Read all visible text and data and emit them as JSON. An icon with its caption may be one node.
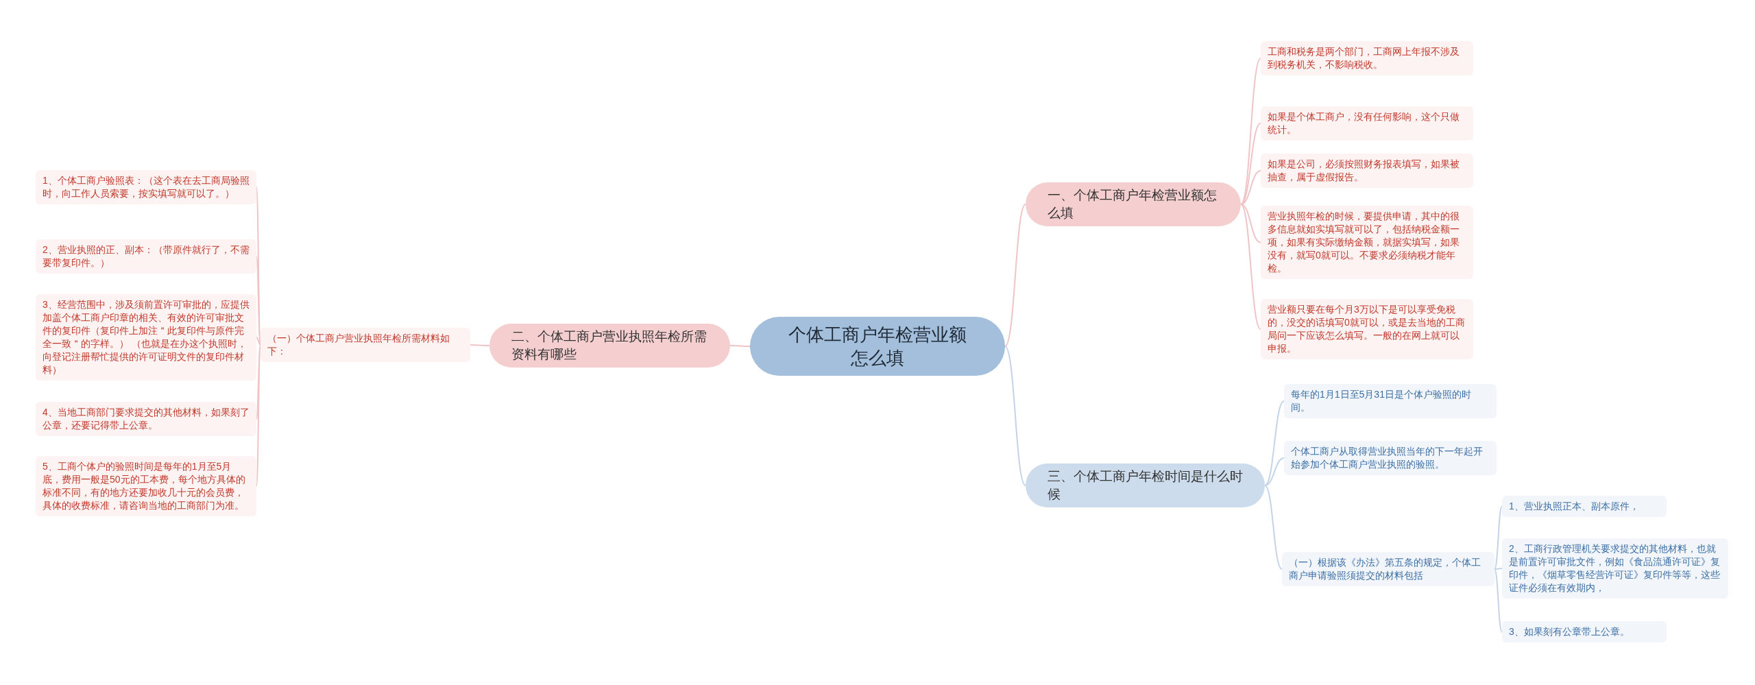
{
  "diagram": {
    "nodes": [
      {
        "text": [
          "个体工商户年检营业额怎么填"
        ]
      },
      {
        "text": [
          "一、个体工商户年检营业额怎么填"
        ]
      },
      {
        "text": [
          "工商和税务是两个部门，工商网上年报不涉及到税务机关，不影响税收。"
        ]
      },
      {
        "text": [
          "如果是个体工商户，没有任何影响，这个只做统计。"
        ]
      },
      {
        "text": [
          "如果是公司，必须按照财务报表填写，如果被抽查，属于虚假报告。"
        ]
      },
      {
        "text": [
          "营业执照年检的时候，要提供申请，其中的很多信息就如实填写就可以了，包括纳税金额一项，如果有实际缴纳金额，就据实填写，如果没有，就写0就可以。不要求必须纳税才能年检。"
        ]
      },
      {
        "text": [
          "营业额只要在每个月3万以下是可以享受免税的，没交的话填写0就可以，或是去当地的工商局问一下应该怎么填写。一般的在网上就可以申报。"
        ]
      },
      {
        "text": [
          "二、个体工商户营业执照年检所需资料有哪些"
        ]
      },
      {
        "text": [
          "（一）个体工商户营业执照年检所需材料如下："
        ]
      },
      {
        "text": [
          "1、个体工商户验照表：（这个表在去工商局验照时，向工作人员索要，按实填写就可以了。）"
        ]
      },
      {
        "text": [
          "2、营业执照的正、副本：（带原件就行了，不需要带复印件。）"
        ]
      },
      {
        "text": [
          "3、经营范围中，涉及须前置许可审批的，应提供加盖个体工商户印章的相关、有效的许可审批文件的复印件（复印件上加注＂此复印件与原件完全一致＂的字样。） （也就是在办这个执照时，向登记注册帮忙提供的许可证明文件的复印件材料）"
        ]
      },
      {
        "text": [
          "4、当地工商部门要求提交的其他材料，如果刻了公章，还要记得带上公章。"
        ]
      },
      {
        "text": [
          "5、工商个体户的验照时间是每年的1月至5月底，费用一般是50元的工本费，每个地方具体的标准不同，有的地方还要加收几十元的会员费，具体的收费标准，请咨询当地的工商部门为准。"
        ]
      },
      {
        "text": [
          "三、个体工商户年检时间是什么时候"
        ]
      },
      {
        "text": [
          "每年的1月1日至5月31日是个体户验照的时间。"
        ]
      },
      {
        "text": [
          "个体工商户从取得营业执照当年的下一年起开始参加个体工商户营业执照的验照。"
        ]
      },
      {
        "text": [
          "（一）根据该《办法》第五条的规定，个体工商户申请验照须提交的材料包括"
        ]
      },
      {
        "text": [
          "1、营业执照正本、副本原件，"
        ]
      },
      {
        "text": [
          "2、工商行政管理机关要求提交的其他材料，也就是前置许可审批文件，例如《食品流通许可证》复印件，《烟草零售经营许可证》复印件等等，这些证件必须在有效期内，"
        ]
      },
      {
        "text": [
          "3、如果刻有公章带上公章。"
        ]
      }
    ],
    "edges": [
      {
        "from": 0,
        "to": 1,
        "arrow": "none"
      },
      {
        "from": 1,
        "to": 2,
        "arrow": "none"
      },
      {
        "from": 1,
        "to": 3,
        "arrow": "none"
      },
      {
        "from": 1,
        "to": 4,
        "arrow": "none"
      },
      {
        "from": 1,
        "to": 5,
        "arrow": "none"
      },
      {
        "from": 1,
        "to": 6,
        "arrow": "none"
      },
      {
        "from": 0,
        "to": 7,
        "arrow": "none"
      },
      {
        "from": 7,
        "to": 8,
        "arrow": "none"
      },
      {
        "from": 8,
        "to": 9,
        "arrow": "none"
      },
      {
        "from": 8,
        "to": 10,
        "arrow": "none"
      },
      {
        "from": 8,
        "to": 11,
        "arrow": "none"
      },
      {
        "from": 8,
        "to": 12,
        "arrow": "none"
      },
      {
        "from": 8,
        "to": 13,
        "arrow": "none"
      },
      {
        "from": 0,
        "to": 14,
        "arrow": "none",
        "color": "#c3d4e8"
      },
      {
        "from": 14,
        "to": 15,
        "arrow": "none",
        "color": "#c3d4e8"
      },
      {
        "from": 14,
        "to": 16,
        "arrow": "none",
        "color": "#c3d4e8"
      },
      {
        "from": 14,
        "to": 17,
        "arrow": "none",
        "color": "#c3d4e8"
      },
      {
        "from": 17,
        "to": 18,
        "arrow": "none",
        "color": "#c3d4e8"
      },
      {
        "from": 17,
        "to": 19,
        "arrow": "none",
        "color": "#c3d4e8"
      },
      {
        "from": 17,
        "to": 20,
        "arrow": "none",
        "color": "#c3d4e8"
      }
    ]
  }
}
